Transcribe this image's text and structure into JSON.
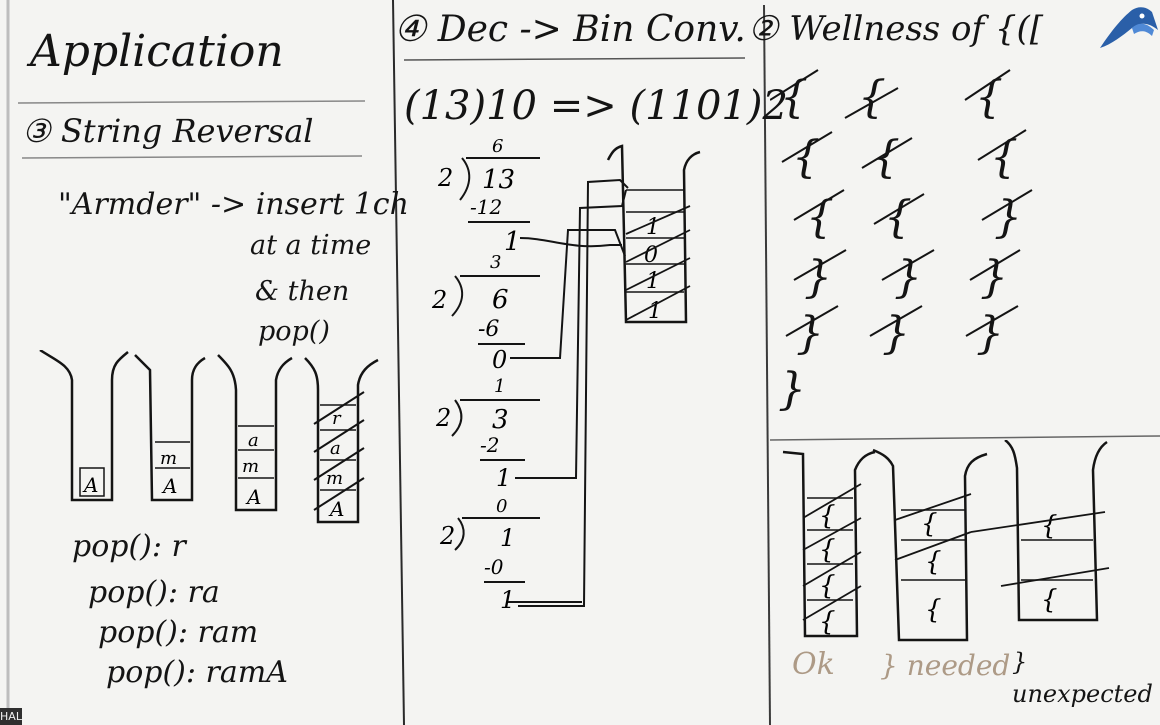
{
  "board": {
    "section_application": {
      "heading": "Application",
      "subheading": "③ String Reversal",
      "input_note": "\"Armder\" -> insert 1ch",
      "note_line2": "at a time",
      "note_line3": "& then",
      "note_line4": "pop()",
      "stacks": [
        [
          "A"
        ],
        [
          "A",
          "m"
        ],
        [
          "A",
          "m",
          "a"
        ],
        [
          "A",
          "m",
          "a",
          "r"
        ]
      ],
      "pop_results": [
        "pop(): r",
        "pop(): ra",
        "pop(): ram",
        "pop(): ramA"
      ]
    },
    "section_conversion": {
      "heading": "④ Dec -> Bin Conv.",
      "equation": "(13)10 => (1101)2",
      "divisions": [
        {
          "quotient": "6",
          "divisor": "2",
          "dividend": "13",
          "subtract": "-12",
          "remainder": "1"
        },
        {
          "quotient": "3",
          "divisor": "2",
          "dividend": "6",
          "subtract": "-6",
          "remainder": "0"
        },
        {
          "quotient": "1",
          "divisor": "2",
          "dividend": "3",
          "subtract": "-2",
          "remainder": "1"
        },
        {
          "quotient": "0",
          "divisor": "2",
          "dividend": "1",
          "subtract": "-0",
          "remainder": "1"
        }
      ],
      "stack_bits": [
        "1",
        "1",
        "0",
        "1"
      ]
    },
    "section_wellness": {
      "heading": "② Wellness of {([",
      "brace_grid": [
        [
          "{",
          "{",
          "{"
        ],
        [
          "{",
          "{",
          "{"
        ],
        [
          "{",
          "{",
          "}"
        ],
        [
          "}",
          "}",
          "}"
        ],
        [
          "}",
          "}",
          "}"
        ],
        [
          "}",
          "",
          ""
        ]
      ],
      "stacks": [
        [
          "{",
          "{",
          "{",
          "{"
        ],
        [
          "{",
          "{",
          "{"
        ],
        [
          "{",
          "{"
        ]
      ],
      "outcomes": [
        "Ok",
        "} needed",
        "} unexpected"
      ]
    },
    "watermark": "HAL"
  }
}
